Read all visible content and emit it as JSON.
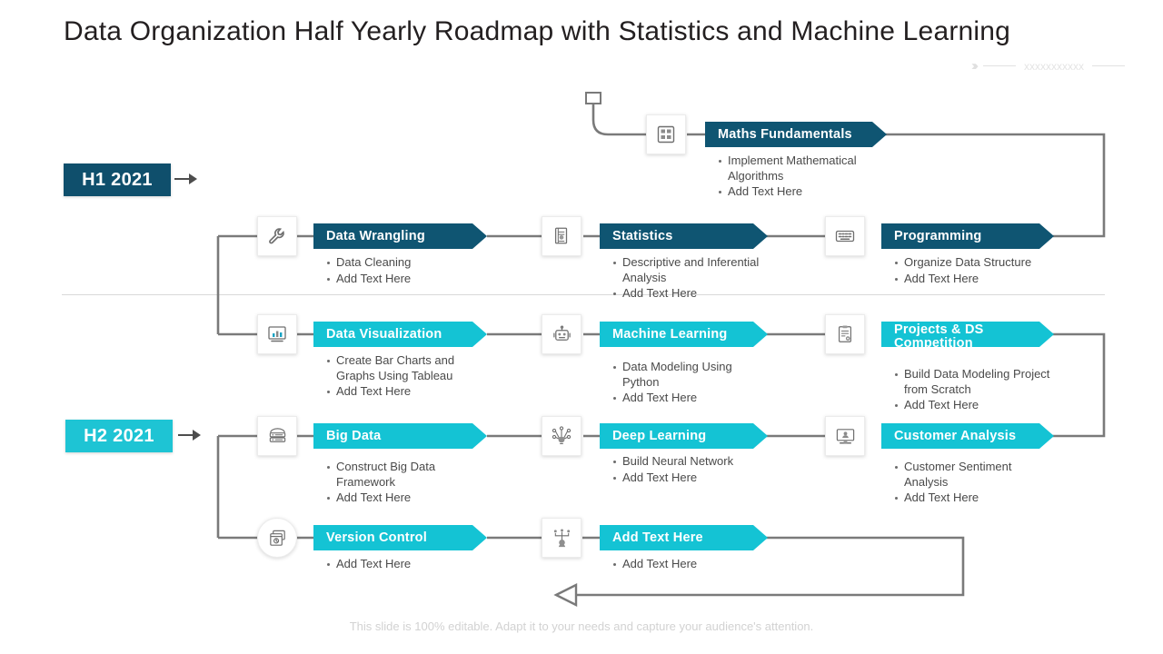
{
  "slide": {
    "title": "Data Organization Half Yearly Roadmap with Statistics and Machine Learning",
    "footer": "This slide is 100% editable. Adapt it to your needs and capture your audience's attention.",
    "decoration": {
      "chevrons": "››››",
      "placeholder_text": "xxxxxxxxxxx"
    }
  },
  "colors": {
    "navy": "#0f5572",
    "cyan": "#14c3d4",
    "connector": "#7a7a7a",
    "title": "#231f20",
    "bullet_text": "#4a4a4a",
    "footer": "#d2d2d2"
  },
  "periods": [
    {
      "label": "H1 2021",
      "color": "#0f4f6c",
      "theme": "navy"
    },
    {
      "label": "H2 2021",
      "color": "#1ec4d4",
      "theme": "cyan"
    }
  ],
  "stages": [
    {
      "id": "maths-fundamentals",
      "title": "Maths Fundamentals",
      "theme": "navy",
      "icon": "calculator-icon",
      "bullets": [
        "Implement Mathematical Algorithms",
        "Add Text Here"
      ]
    },
    {
      "id": "data-wrangling",
      "title": "Data Wrangling",
      "theme": "navy",
      "icon": "wrench-icon",
      "bullets": [
        "Data Cleaning",
        "Add Text Here"
      ]
    },
    {
      "id": "statistics",
      "title": "Statistics",
      "theme": "navy",
      "icon": "document-chart-icon",
      "bullets": [
        "Descriptive and Inferential Analysis",
        "Add Text Here"
      ]
    },
    {
      "id": "programming",
      "title": "Programming",
      "theme": "navy",
      "icon": "keyboard-icon",
      "bullets": [
        "Organize Data Structure",
        "Add Text Here"
      ]
    },
    {
      "id": "data-visualization",
      "title": "Data Visualization",
      "theme": "cyan",
      "icon": "bar-chart-monitor-icon",
      "bullets": [
        "Create Bar Charts and Graphs Using Tableau",
        "Add Text Here"
      ]
    },
    {
      "id": "machine-learning",
      "title": "Machine Learning",
      "theme": "cyan",
      "icon": "robot-icon",
      "bullets": [
        "Data Modeling Using Python",
        "Add Text Here"
      ]
    },
    {
      "id": "projects-ds-competition",
      "title": "Projects & DS Competition",
      "theme": "cyan",
      "icon": "clipboard-gear-icon",
      "bullets": [
        "Build Data Modeling Project from Scratch",
        "Add Text Here"
      ]
    },
    {
      "id": "big-data",
      "title": "Big Data",
      "theme": "cyan",
      "icon": "server-icon",
      "bullets": [
        "Construct Big Data Framework",
        "Add Text Here"
      ]
    },
    {
      "id": "deep-learning",
      "title": "Deep Learning",
      "theme": "cyan",
      "icon": "neural-network-icon",
      "bullets": [
        "Build Neural Network",
        "Add Text Here"
      ]
    },
    {
      "id": "customer-analysis",
      "title": "Customer Analysis",
      "theme": "cyan",
      "icon": "customer-monitor-icon",
      "bullets": [
        "Customer Sentiment Analysis",
        "Add Text Here"
      ]
    },
    {
      "id": "version-control",
      "title": "Version Control",
      "theme": "cyan",
      "icon": "versions-clock-icon",
      "bullets": [
        "Add Text Here"
      ]
    },
    {
      "id": "add-text-here",
      "title": "Add Text Here",
      "theme": "cyan",
      "icon": "team-hierarchy-icon",
      "bullets": [
        "Add Text Here"
      ]
    }
  ]
}
